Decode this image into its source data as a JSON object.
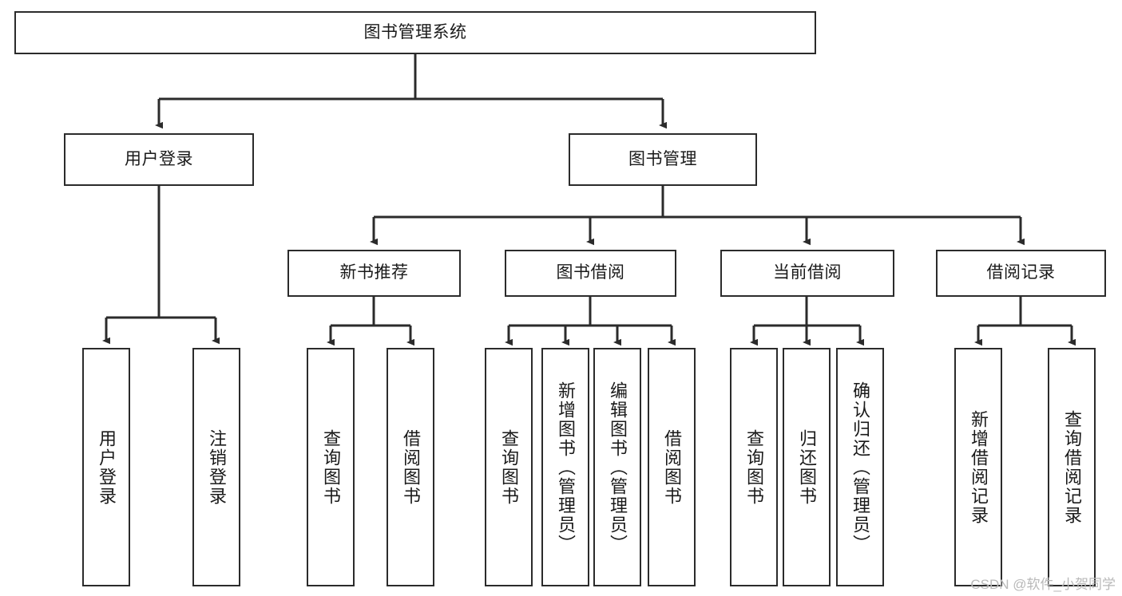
{
  "diagram": {
    "title": "图书管理系统",
    "watermark": "CSDN @软件_小贺同学",
    "type": "tree-diagram",
    "root": {
      "id": "root",
      "label": "图书管理系统"
    },
    "level2": [
      {
        "id": "user-login",
        "label": "用户登录"
      },
      {
        "id": "book-management",
        "label": "图书管理"
      }
    ],
    "level3": [
      {
        "id": "new-book-recommend",
        "label": "新书推荐",
        "parent": "book-management"
      },
      {
        "id": "book-borrow",
        "label": "图书借阅",
        "parent": "book-management"
      },
      {
        "id": "current-borrow",
        "label": "当前借阅",
        "parent": "book-management"
      },
      {
        "id": "borrow-record",
        "label": "借阅记录",
        "parent": "book-management"
      }
    ],
    "leaves": [
      {
        "id": "leaf-user-login",
        "label": "用户登录",
        "parent": "user-login"
      },
      {
        "id": "leaf-logout-login",
        "label": "注销登录",
        "parent": "user-login"
      },
      {
        "id": "leaf-query-book-1",
        "label": "查询图书",
        "parent": "new-book-recommend"
      },
      {
        "id": "leaf-borrow-book-1",
        "label": "借阅图书",
        "parent": "new-book-recommend"
      },
      {
        "id": "leaf-query-book-2",
        "label": "查询图书",
        "parent": "book-borrow"
      },
      {
        "id": "leaf-add-book-admin",
        "label": "新增图书（管理员）",
        "parent": "book-borrow"
      },
      {
        "id": "leaf-edit-book-admin",
        "label": "编辑图书（管理员）",
        "parent": "book-borrow"
      },
      {
        "id": "leaf-borrow-book-2",
        "label": "借阅图书",
        "parent": "book-borrow"
      },
      {
        "id": "leaf-query-book-3",
        "label": "查询图书",
        "parent": "current-borrow"
      },
      {
        "id": "leaf-return-book",
        "label": "归还图书",
        "parent": "current-borrow"
      },
      {
        "id": "leaf-confirm-return-admin",
        "label": "确认归还（管理员）",
        "parent": "current-borrow"
      },
      {
        "id": "leaf-add-borrow-record",
        "label": "新增借阅记录",
        "parent": "borrow-record"
      },
      {
        "id": "leaf-query-borrow-record",
        "label": "查询借阅记录",
        "parent": "borrow-record"
      }
    ],
    "colors": {
      "node_border": "#2b2b2b",
      "node_fill": "#ffffff",
      "edge": "#2b2b2b",
      "text": "#1a1a1a",
      "watermark": "#b9b9b9"
    }
  }
}
